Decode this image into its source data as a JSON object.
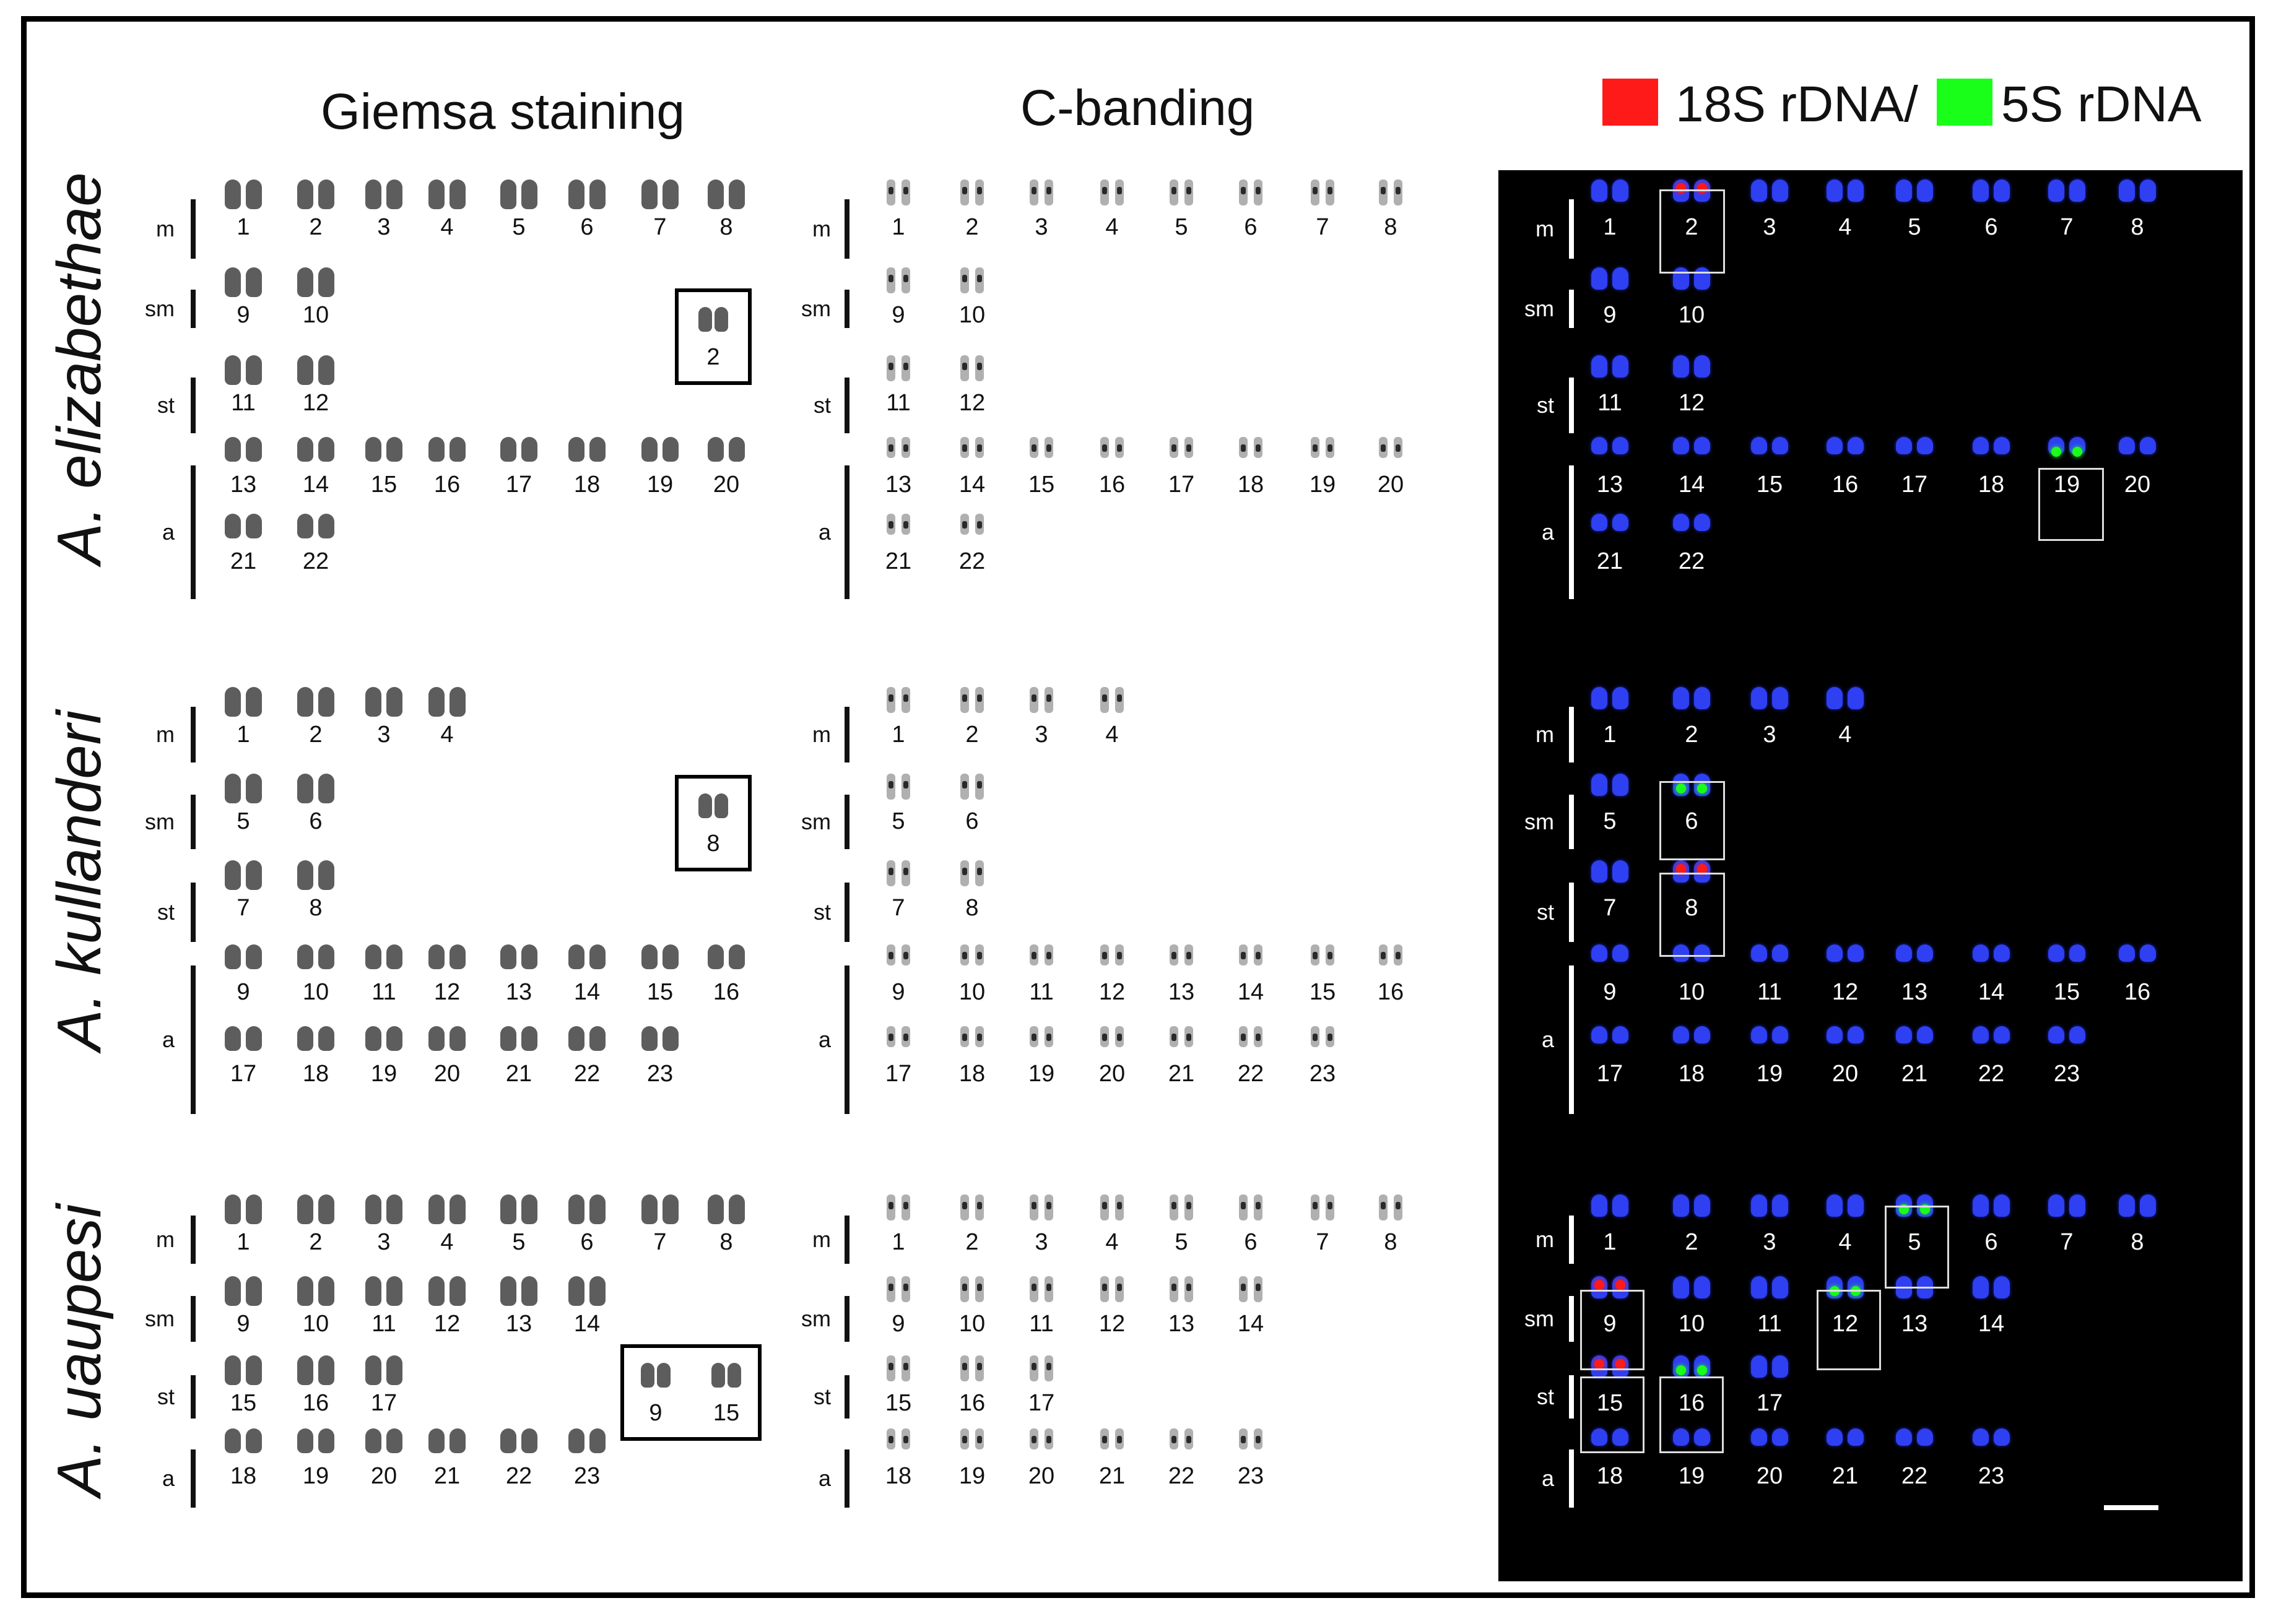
{
  "headers": {
    "giemsa": "Giemsa staining",
    "cband": "C-banding"
  },
  "legend": {
    "items": [
      {
        "label": "18S rDNA/",
        "color": "#ff1a1a"
      },
      {
        "label": "5S rDNA",
        "color": "#1aff1a"
      }
    ],
    "dapi_color": "#2f3ff2"
  },
  "species": [
    {
      "name": "A. elizabethae",
      "rows": [
        {
          "group": "m",
          "numbers": [
            1,
            2,
            3,
            4,
            5,
            6,
            7,
            8
          ]
        },
        {
          "group": "sm",
          "numbers": [
            9,
            10
          ]
        },
        {
          "group": "st",
          "numbers": [
            11,
            12
          ]
        },
        {
          "group": "a",
          "numbers": [
            13,
            14,
            15,
            16,
            17,
            18,
            19,
            20
          ]
        },
        {
          "group": "",
          "numbers": [
            21,
            22
          ]
        }
      ],
      "giemsa_boxed": [
        "2"
      ],
      "fish_boxed": [
        2,
        19
      ]
    },
    {
      "name": "A. kullanderi",
      "rows": [
        {
          "group": "m",
          "numbers": [
            1,
            2,
            3,
            4
          ]
        },
        {
          "group": "sm",
          "numbers": [
            5,
            6
          ]
        },
        {
          "group": "st",
          "numbers": [
            7,
            8
          ]
        },
        {
          "group": "a",
          "numbers": [
            9,
            10,
            11,
            12,
            13,
            14,
            15,
            16
          ]
        },
        {
          "group": "",
          "numbers": [
            17,
            18,
            19,
            20,
            21,
            22,
            23
          ]
        }
      ],
      "giemsa_boxed": [
        "8"
      ],
      "fish_boxed": [
        6,
        8
      ]
    },
    {
      "name": "A. uaupesi",
      "rows": [
        {
          "group": "m",
          "numbers": [
            1,
            2,
            3,
            4,
            5,
            6,
            7,
            8
          ]
        },
        {
          "group": "sm",
          "numbers": [
            9,
            10,
            11,
            12,
            13,
            14
          ]
        },
        {
          "group": "st",
          "numbers": [
            15,
            16,
            17
          ]
        },
        {
          "group": "a",
          "numbers": [
            18,
            19,
            20,
            21,
            22,
            23
          ]
        }
      ],
      "giemsa_boxed": [
        "9",
        "15"
      ],
      "fish_boxed": [
        5,
        9,
        12,
        15,
        16
      ]
    }
  ]
}
